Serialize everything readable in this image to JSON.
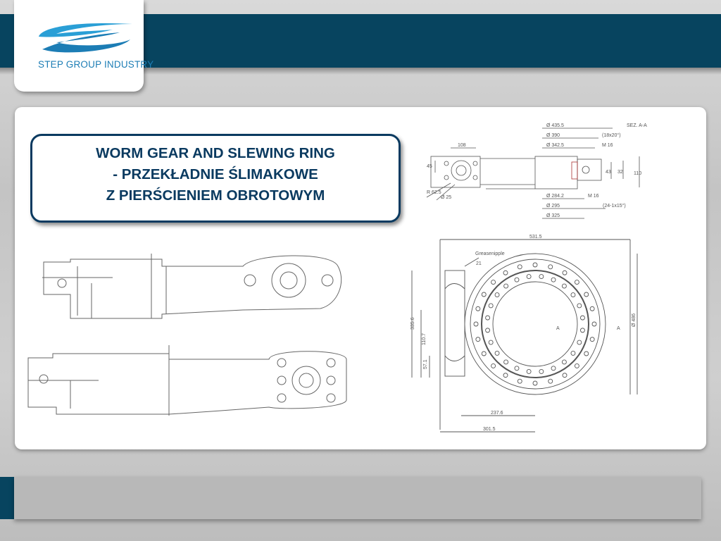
{
  "brand": {
    "name": "STEP GROUP INDUSTRY",
    "colors": {
      "primary": "#07445f",
      "accent": "#1c7db5",
      "title": "#0a3a60"
    }
  },
  "title": {
    "line1": "WORM GEAR AND SLEWING RING",
    "line2": "- PRZEKŁADNIE ŚLIMAKOWE",
    "line3": "Z PIERŚCIENIEM OBROTOWYM"
  },
  "drawing_top": {
    "labels": {
      "d4355": "Ø 435.5",
      "sec": "SEZ. A-A",
      "d390": "Ø 390",
      "x18": "(18x20°)",
      "d3425": "Ø 342.5",
      "m16a": "M 16",
      "d108": "108",
      "d45": "45",
      "d32": "32",
      "d43": "43",
      "d110": "110",
      "r625": "R 62.5",
      "d25": "Ø 25",
      "d2842": "Ø 284.2",
      "m16b": "M 16",
      "d295": "Ø 295",
      "x24": "(24-1x15°)",
      "d325": "Ø 325"
    }
  },
  "drawing_front": {
    "labels": {
      "d5315": "531.5",
      "grease": "Greasenipple",
      "o21": "21",
      "d3356": "335.6",
      "d1107": "110.7",
      "d571": "57.1",
      "aLeft": "A",
      "aRight": "A",
      "d486": "Ø 486",
      "d2376": "237.6",
      "d3015": "301.5"
    }
  }
}
